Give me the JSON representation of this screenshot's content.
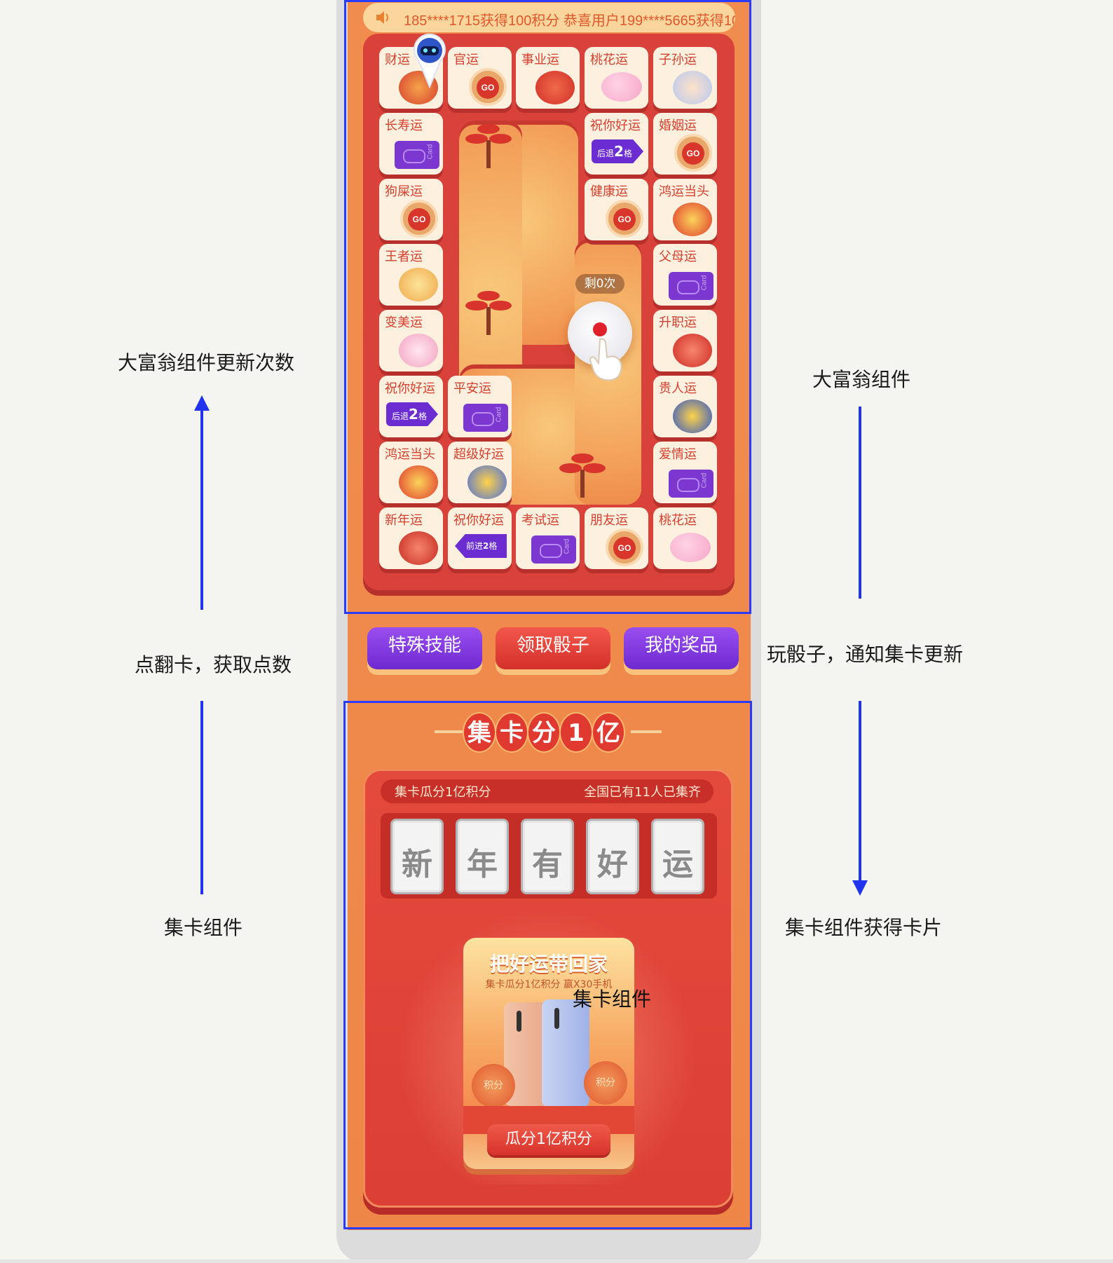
{
  "annotations": {
    "left_top": "大富翁组件更新次数",
    "left_mid": "点翻卡，获取点数",
    "left_bottom": "集卡组件",
    "right_top": "大富翁组件",
    "right_mid": "玩骰子，通知集卡更新",
    "right_bottom": "集卡组件获得卡片",
    "overlay": "集卡组件"
  },
  "ticker": {
    "text": "185****1715获得100积分  恭喜用户199****5665获得10"
  },
  "board": {
    "cells": [
      {
        "label": "财运",
        "icon": "caishen-icon"
      },
      {
        "label": "官运",
        "icon": "go-icon"
      },
      {
        "label": "事业运",
        "icon": "lucky-tag-icon"
      },
      {
        "label": "桃花运",
        "icon": "peach-blossom-icon"
      },
      {
        "label": "子孙运",
        "icon": "baby-icon"
      },
      {
        "label": "长寿运",
        "icon": "card-icon"
      },
      {
        "label": "祝你好运",
        "icon": "back-arrow-icon",
        "action": "后退",
        "steps": "2",
        "unit": "格"
      },
      {
        "label": "婚姻运",
        "icon": "go-icon"
      },
      {
        "label": "狗屎运",
        "icon": "go-icon"
      },
      {
        "label": "健康运",
        "icon": "go-icon"
      },
      {
        "label": "鸿运当头",
        "icon": "lion-dance-icon"
      },
      {
        "label": "王者运",
        "icon": "crown-icon"
      },
      {
        "label": "父母运",
        "icon": "card-icon"
      },
      {
        "label": "变美运",
        "icon": "rabbit-icon"
      },
      {
        "label": "升职运",
        "icon": "rocket-icon"
      },
      {
        "label": "祝你好运",
        "icon": "back-arrow-icon",
        "action": "后退",
        "steps": "2",
        "unit": "格"
      },
      {
        "label": "平安运",
        "icon": "card-icon"
      },
      {
        "label": "贵人运",
        "icon": "robot-icon"
      },
      {
        "label": "鸿运当头",
        "icon": "lion-dance-icon"
      },
      {
        "label": "超级好运",
        "icon": "pinwheel-icon"
      },
      {
        "label": "爱情运",
        "icon": "card-icon"
      },
      {
        "label": "新年运",
        "icon": "firecracker-icon"
      },
      {
        "label": "祝你好运",
        "icon": "forward-arrow-icon",
        "action": "前进",
        "steps": "2",
        "unit": "格"
      },
      {
        "label": "考试运",
        "icon": "card-icon"
      },
      {
        "label": "朋友运",
        "icon": "go-icon"
      },
      {
        "label": "桃花运",
        "icon": "peach-blossom-icon"
      }
    ],
    "remaining": "剩0次"
  },
  "actions": {
    "skill": "特殊技能",
    "dice": "领取骰子",
    "prizes": "我的奖品"
  },
  "collection": {
    "title_chars": [
      "集",
      "卡",
      "分",
      "1",
      "亿"
    ],
    "bar_left": "集卡瓜分1亿积分",
    "bar_right": "全国已有11人已集齐",
    "cards": [
      "新",
      "年",
      "有",
      "好",
      "运"
    ],
    "prize": {
      "title": "把好运带回家",
      "subtitle": "集卡瓜分1亿积分 赢X30手机",
      "coin_label": "积分",
      "button": "瓜分1亿积分"
    }
  },
  "colors": {
    "annotation_blue": "#2a3bff",
    "screen_orange": "#ef8a4c",
    "board_red": "#d9423a",
    "button_purple": "#7d37d1"
  }
}
